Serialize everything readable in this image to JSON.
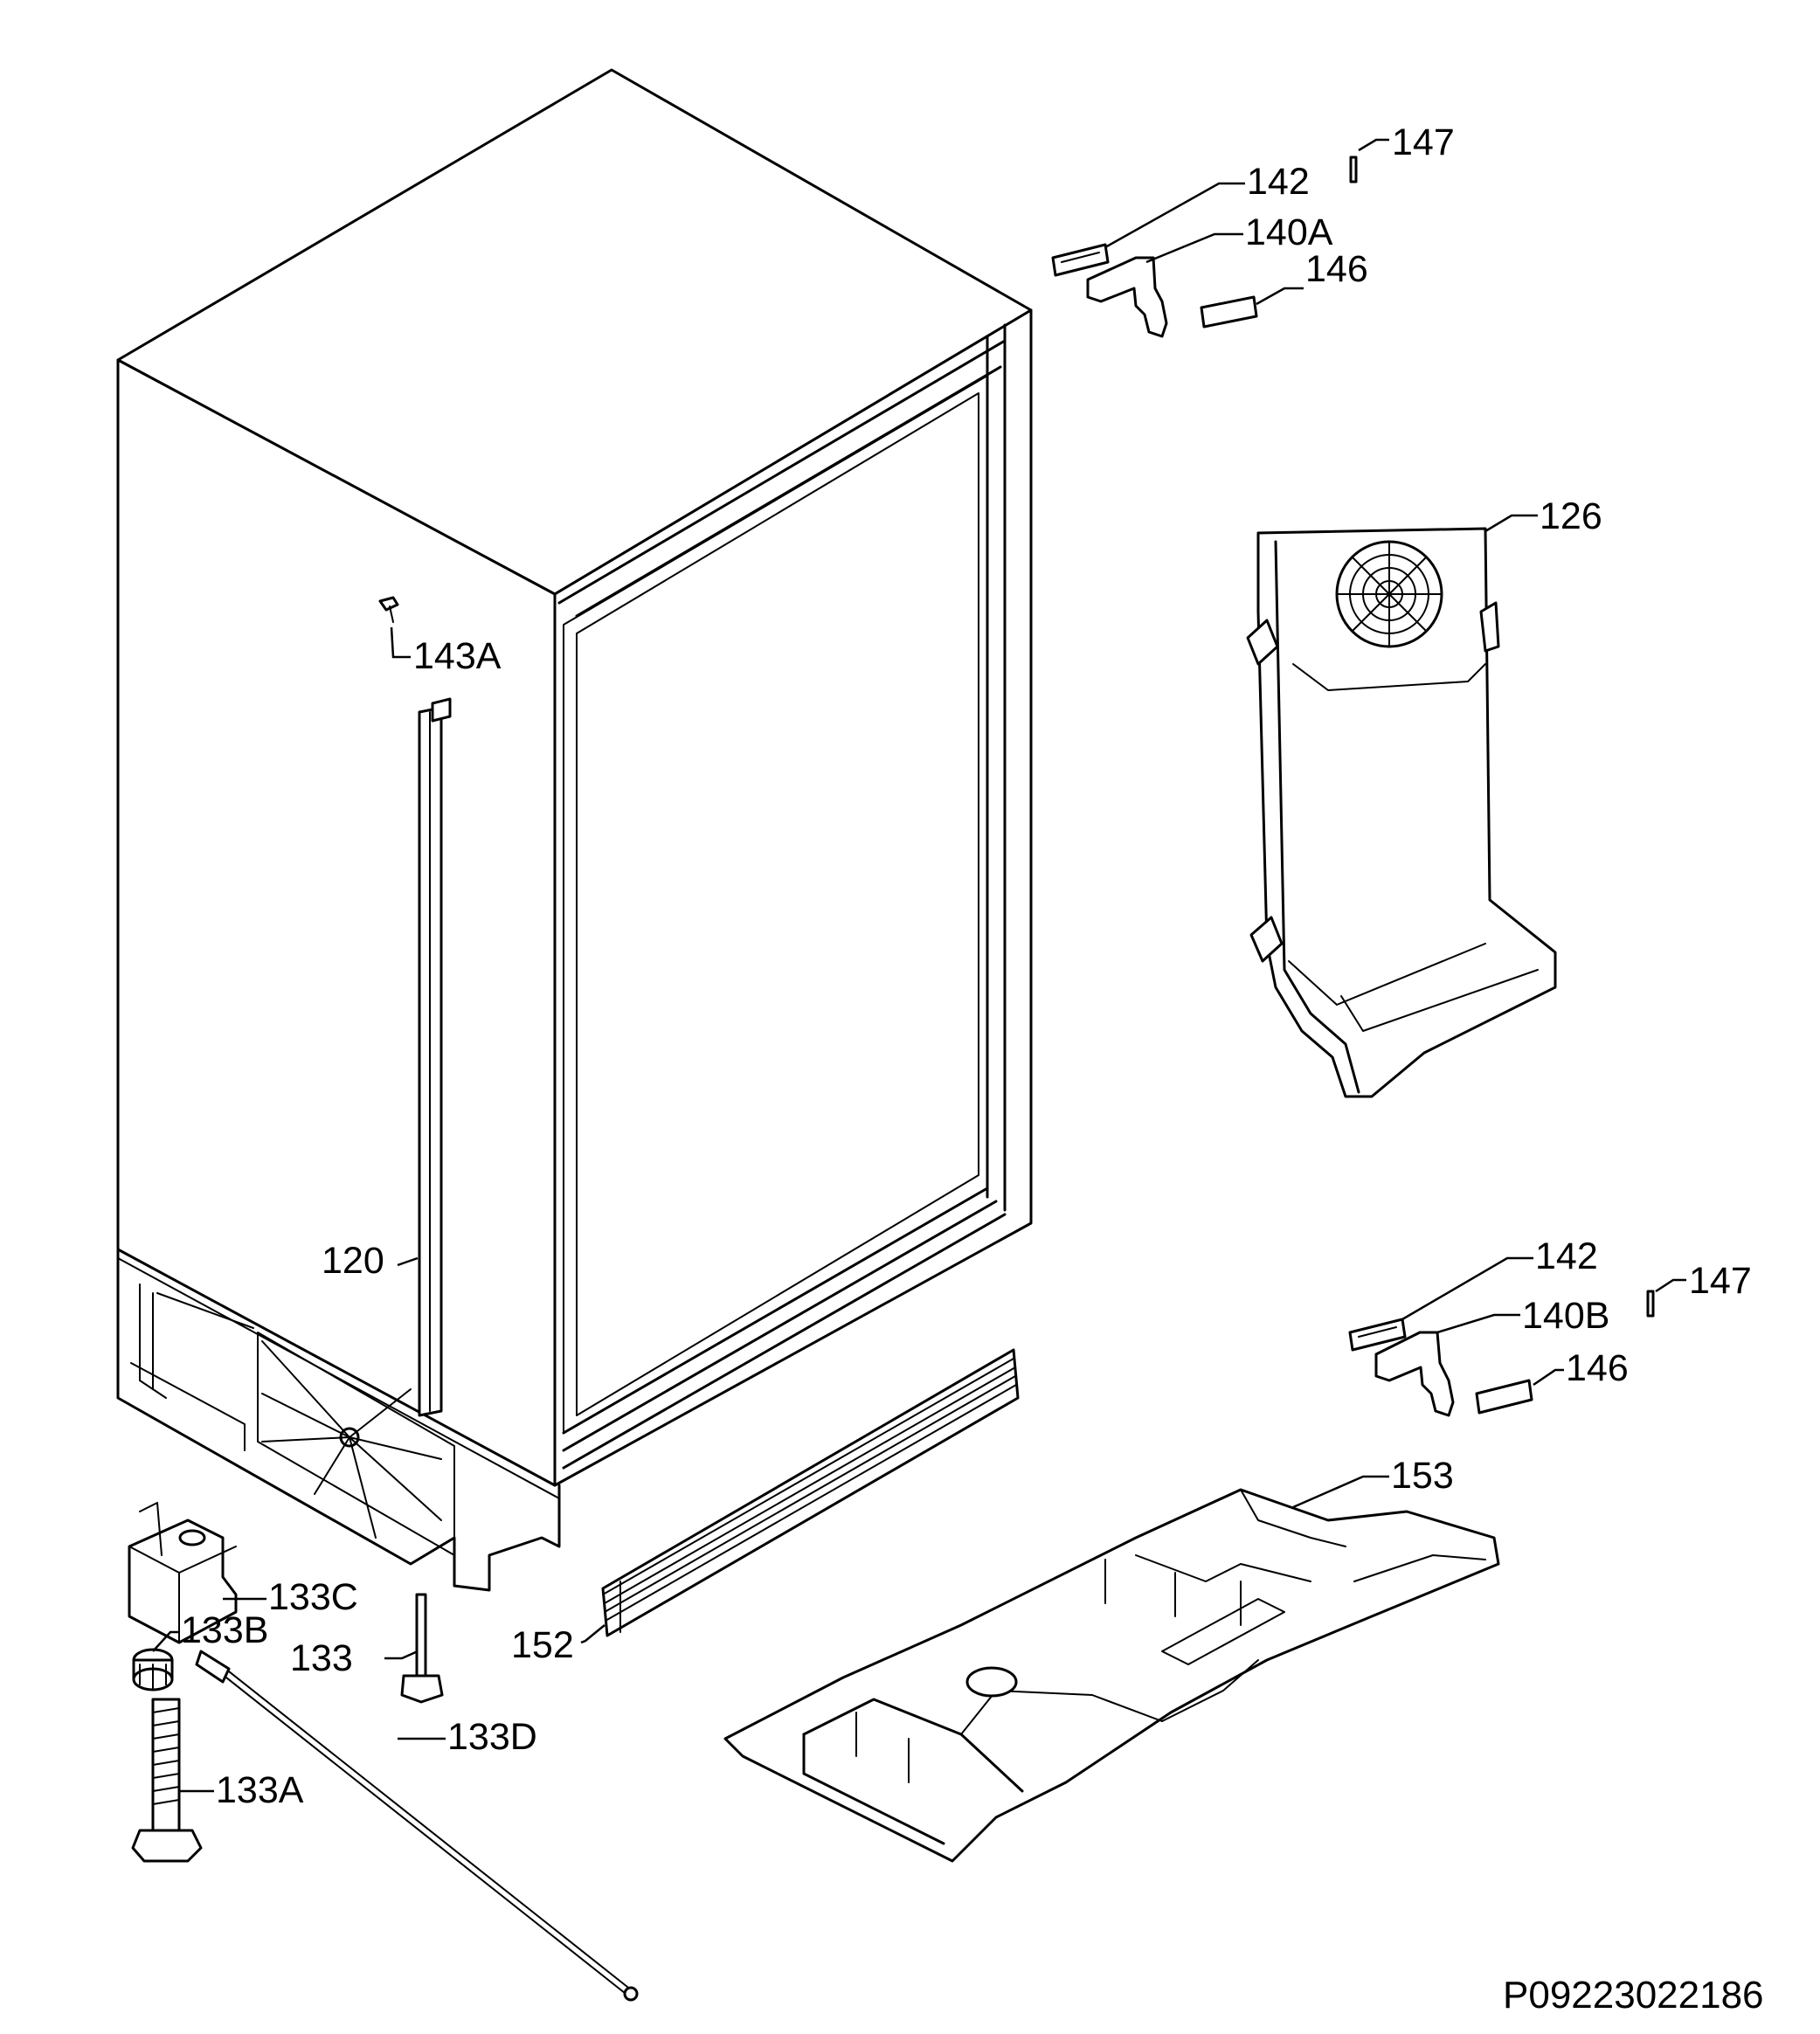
{
  "labels": {
    "l147a": "147",
    "l142a": "142",
    "l140a": "140A",
    "l146a": "146",
    "l126": "126",
    "l143a": "143A",
    "l120": "120",
    "l142b": "142",
    "l147b": "147",
    "l140b": "140B",
    "l146b": "146",
    "l153": "153",
    "l133c": "133C",
    "l133b": "133B",
    "l133": "133",
    "l152": "152",
    "l133d": "133D",
    "l133a": "133A"
  },
  "diagram_code": "P09223022186"
}
